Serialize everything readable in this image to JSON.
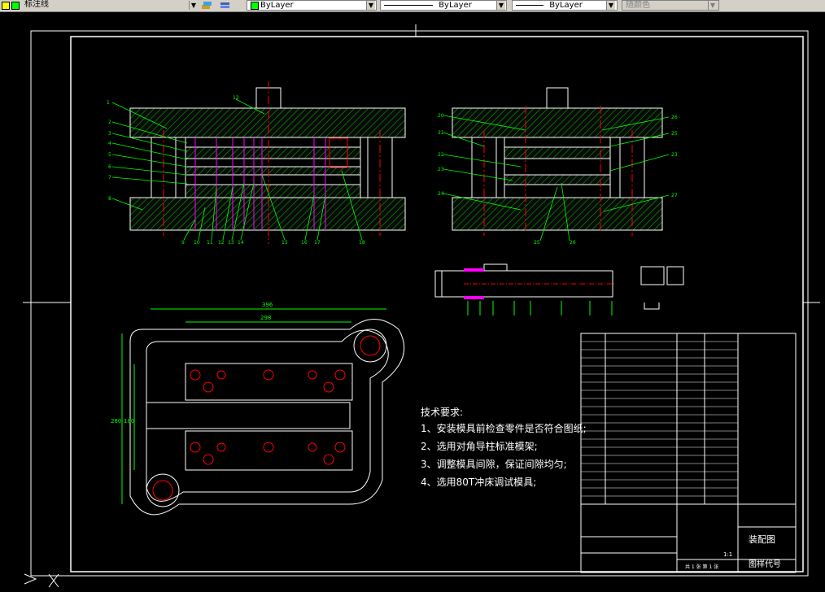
{
  "toolbar": {
    "layer_name": "标注线",
    "color_control": "ByLayer",
    "linetype_control": "ByLayer",
    "lineweight_control": "ByLayer",
    "plot_style": "随颜色"
  },
  "drawing": {
    "dimensions": {
      "overall_width": "396",
      "inner_width": "298",
      "height_outer": "280",
      "height_inner": "180"
    },
    "technical_requirements": {
      "title": "技术要求:",
      "items": [
        "1、安装模具前检查零件是否符合图纸;",
        "2、选用对角导柱标准模架;",
        "3、调整模具间隙，保证间隙均匀;",
        "4、选用80T冲床调试模具;"
      ]
    },
    "title_block": {
      "drawing_name": "装配图",
      "drawing_number": "图样代号",
      "scale": "1:1",
      "sheet_info": "共 1 张  第 1 张"
    }
  },
  "colors": {
    "background": "#000000",
    "lines": "#ffffff",
    "section_fill": "#00cc00",
    "centerline": "#ff0000",
    "leader": "#00ff00",
    "accent": "#ff00ff"
  }
}
